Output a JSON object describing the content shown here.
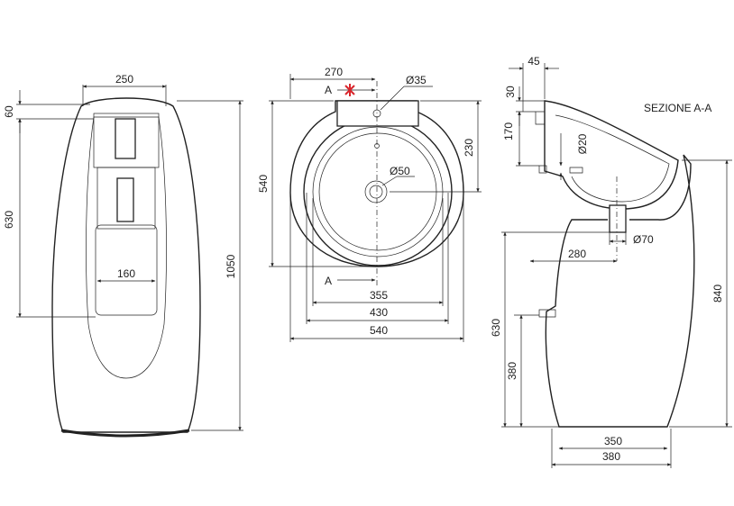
{
  "section_title": "SEZIONE A-A",
  "section_marker": "A",
  "marker_color": "#d9262c",
  "front": {
    "dim_top": "250",
    "dim_inner": "160",
    "dim_60": "60",
    "dim_630": "630",
    "dim_1050": "1050"
  },
  "top": {
    "dim_270": "270",
    "dia_35": "Ø35",
    "dia_50": "Ø50",
    "dim_230": "230",
    "dim_540_v": "540",
    "dim_355": "355",
    "dim_430": "430",
    "dim_540_h": "540"
  },
  "side": {
    "dim_45": "45",
    "dim_30": "30",
    "dim_170": "170",
    "dia_20": "Ø20",
    "dia_70": "Ø70",
    "dim_280": "280",
    "dim_840": "840",
    "dim_630": "630",
    "dim_380_v": "380",
    "dim_350": "350",
    "dim_380_h": "380"
  }
}
